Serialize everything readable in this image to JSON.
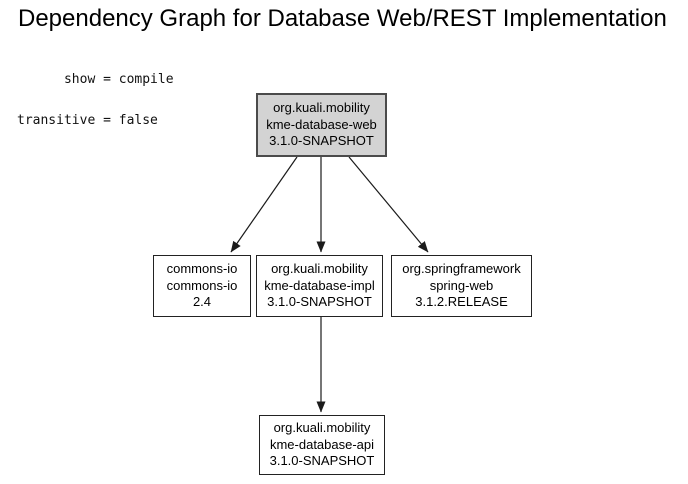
{
  "page": {
    "title": "Dependency Graph for Database Web/REST Implementation",
    "settings": [
      "      show = compile",
      "transitive = false"
    ]
  },
  "graph": {
    "nodes": [
      {
        "id": "kme-database-web",
        "group": "org.kuali.mobility",
        "artifact": "kme-database-web",
        "version": "3.1.0-SNAPSHOT",
        "fill": "#d3d3d3"
      },
      {
        "id": "commons-io",
        "group": "commons-io",
        "artifact": "commons-io",
        "version": "2.4",
        "fill": "#ffffff"
      },
      {
        "id": "kme-database-impl",
        "group": "org.kuali.mobility",
        "artifact": "kme-database-impl",
        "version": "3.1.0-SNAPSHOT",
        "fill": "#ffffff"
      },
      {
        "id": "spring-web",
        "group": "org.springframework",
        "artifact": "spring-web",
        "version": "3.1.2.RELEASE",
        "fill": "#ffffff"
      },
      {
        "id": "kme-database-api",
        "group": "org.kuali.mobility",
        "artifact": "kme-database-api",
        "version": "3.1.0-SNAPSHOT",
        "fill": "#ffffff"
      }
    ],
    "edges": [
      {
        "from": "kme-database-web",
        "to": "commons-io"
      },
      {
        "from": "kme-database-web",
        "to": "kme-database-impl"
      },
      {
        "from": "kme-database-web",
        "to": "spring-web"
      },
      {
        "from": "kme-database-impl",
        "to": "kme-database-api"
      }
    ],
    "edge_color": "#1b1b1b"
  }
}
